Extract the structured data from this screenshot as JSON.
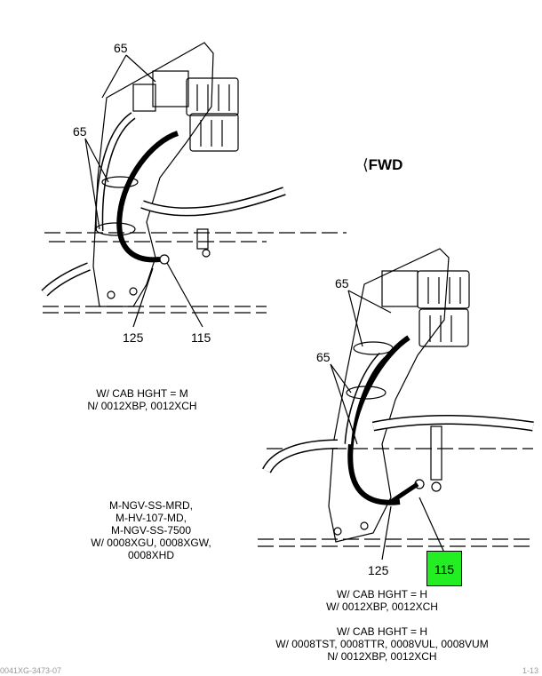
{
  "callouts": {
    "top_65_a": "65",
    "top_65_b": "65",
    "top_125": "125",
    "top_115": "115",
    "bot_65_a": "65",
    "bot_65_b": "65",
    "bot_125": "125",
    "bot_115": "115"
  },
  "fwd": "FWD",
  "notes": {
    "top_view": [
      "W/ CAB HGHT = M",
      "N/ 0012XBP, 0012XCH"
    ],
    "models": [
      "M-NGV-SS-MRD,",
      "M-HV-107-MD,",
      "M-NGV-SS-7500",
      "W/ 0008XGU, 0008XGW,",
      "0008XHD"
    ],
    "bottom_view": [
      "W/ CAB HGHT = H",
      "W/ 0012XBP, 0012XCH"
    ],
    "bottom_view_2": [
      "W/ CAB HGHT = H",
      "W/ 0008TST, 0008TTR, 0008VUL, 0008VUM",
      "N/ 0012XBP, 0012XCH"
    ]
  },
  "footer": {
    "left": "0041XG-3473-07",
    "right": "1-13"
  },
  "colors": {
    "highlight": "#22ee22"
  }
}
